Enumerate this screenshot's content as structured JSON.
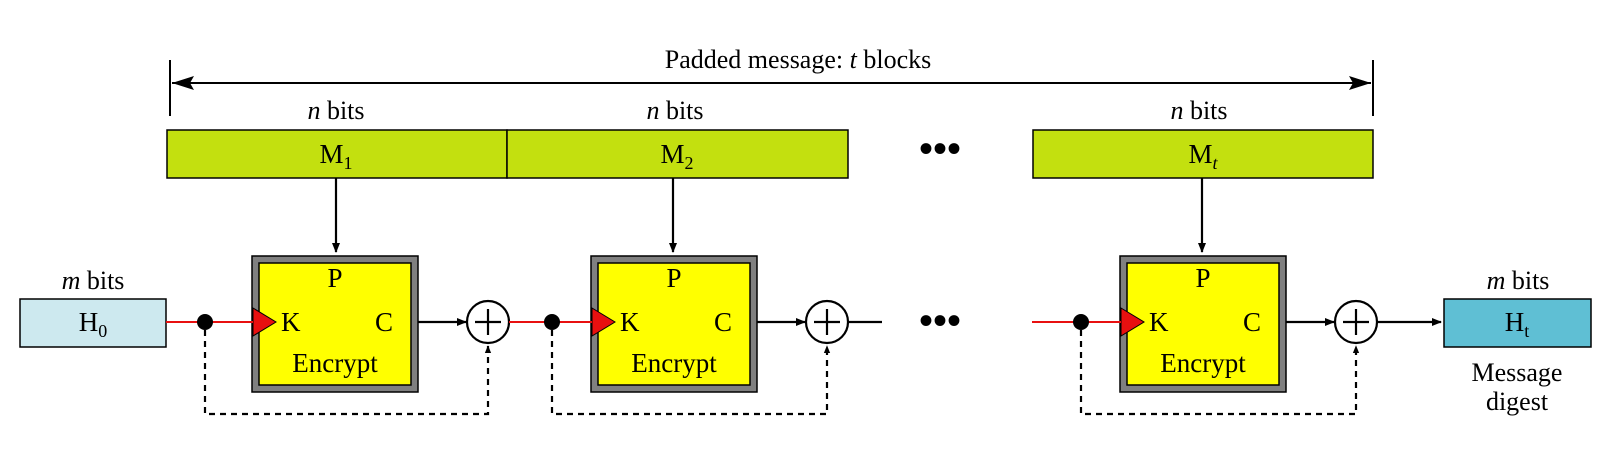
{
  "diagram": {
    "span_label": {
      "prefix": "Padded message: ",
      "var": "t",
      "suffix": " blocks"
    },
    "block_width_label": {
      "var": "n",
      "unit": " bits"
    },
    "message_blocks": [
      {
        "base": "M",
        "sub": "1",
        "sub_italic": false
      },
      {
        "base": "M",
        "sub": "2",
        "sub_italic": false
      },
      {
        "base": "M",
        "sub": "t",
        "sub_italic": true
      }
    ],
    "ellipsis": "•••",
    "encrypt_box": {
      "plaintext_port": "P",
      "key_port": "K",
      "ciphertext_port": "C",
      "name": "Encrypt"
    },
    "initial_hash": {
      "width_label": {
        "var": "m",
        "unit": " bits"
      },
      "base": "H",
      "sub": "0"
    },
    "final_hash": {
      "width_label": {
        "var": "m",
        "unit": " bits"
      },
      "base": "H",
      "sub": "t",
      "caption_line1": "Message",
      "caption_line2": "digest"
    },
    "colors": {
      "message_block": "#c3e00f",
      "encrypt_box": "#ffff00",
      "encrypt_frame": "#808080",
      "key_line": "#e81010",
      "h0_fill": "#cde9ef",
      "ht_fill": "#5fbfd4"
    }
  }
}
